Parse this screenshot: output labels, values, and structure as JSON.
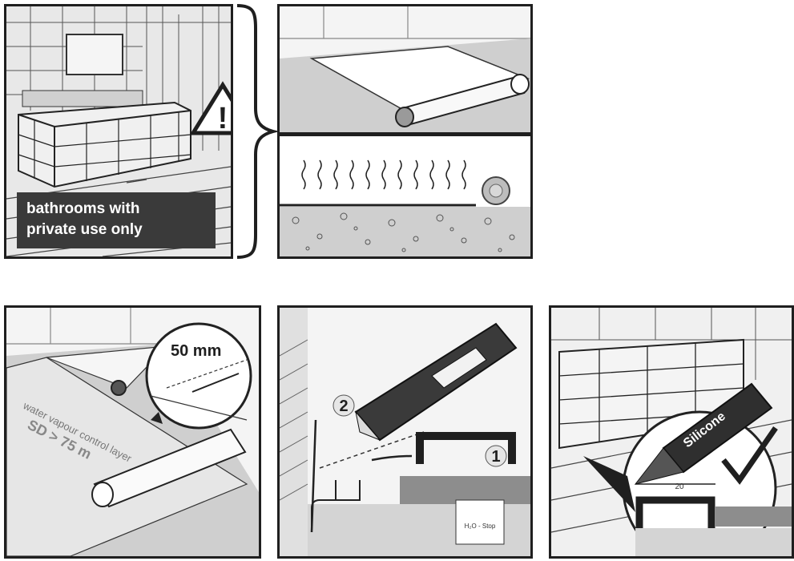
{
  "panel1": {
    "label_line1": "bathrooms with",
    "label_line2": "private use only",
    "warning_symbol": "!"
  },
  "panel4": {
    "dimension": "50 mm",
    "membrane_text1": "water vapour control layer",
    "membrane_text2": "SD > 75 m"
  },
  "panel5": {
    "step1": "1",
    "step2": "2",
    "badge_line1": "H₂O - Stop"
  },
  "panel6": {
    "product": "Silicone",
    "gap": "20"
  },
  "colors": {
    "ink": "#1f1f1f",
    "dark_label": "#3a3a3a",
    "floor": "#9a9a9a",
    "light": "#f2f2f2"
  }
}
